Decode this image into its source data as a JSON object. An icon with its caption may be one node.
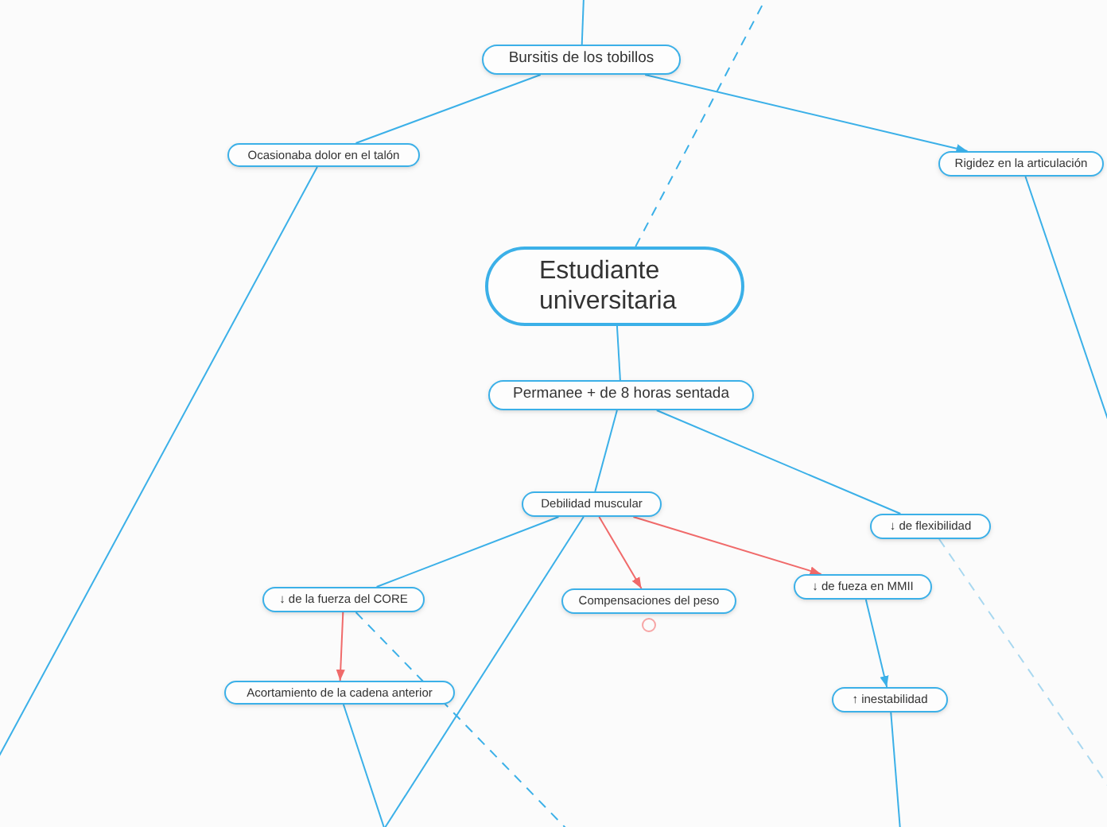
{
  "diagram": {
    "nodes": [
      {
        "text": [
          "Estudiante universitaria"
        ]
      },
      {
        "text": [
          "Bursitis de los tobillos"
        ]
      },
      {
        "text": [
          "Ocasionaba dolor en el talón"
        ]
      },
      {
        "text": [
          "Rigidez en la articulación"
        ]
      },
      {
        "text": [
          "Permanee + de 8 horas sentada"
        ]
      },
      {
        "text": [
          "Debilidad muscular"
        ]
      },
      {
        "text": [
          "↓ de flexibilidad"
        ]
      },
      {
        "text": [
          "↓ de la fuerza del CORE"
        ]
      },
      {
        "text": [
          "Compensaciones del peso"
        ]
      },
      {
        "text": [
          "↓ de fueza en MMII"
        ]
      },
      {
        "text": [
          "Acortamiento de la cadena anterior"
        ]
      },
      {
        "text": [
          "↑ inestabilidad"
        ]
      }
    ],
    "edges": [
      {
        "from": null,
        "to": 1,
        "arrow": "none"
      },
      {
        "from": 1,
        "to": 2,
        "arrow": "none"
      },
      {
        "from": 1,
        "to": 3,
        "arrow": "to"
      },
      {
        "from": 3,
        "to": null,
        "arrow": "none"
      },
      {
        "from": 2,
        "to": null,
        "arrow": "none"
      },
      {
        "from": 0,
        "to": null,
        "arrow": "none",
        "style": "dashed"
      },
      {
        "from": 0,
        "to": 4,
        "arrow": "none"
      },
      {
        "from": 4,
        "to": 5,
        "arrow": "none"
      },
      {
        "from": 4,
        "to": 6,
        "arrow": "none"
      },
      {
        "from": 5,
        "to": 7,
        "arrow": "none"
      },
      {
        "from": 5,
        "to": 8,
        "arrow": "to",
        "color": "#f06a6a"
      },
      {
        "from": 5,
        "to": 9,
        "arrow": "to",
        "color": "#f06a6a"
      },
      {
        "from": 5,
        "to": null,
        "arrow": "none"
      },
      {
        "from": 7,
        "to": 10,
        "arrow": "to",
        "color": "#f06a6a"
      },
      {
        "from": 7,
        "to": null,
        "arrow": "none",
        "style": "dashed"
      },
      {
        "from": 10,
        "to": null,
        "arrow": "none"
      },
      {
        "from": 9,
        "to": 11,
        "arrow": "to"
      },
      {
        "from": 11,
        "to": null,
        "arrow": "none"
      },
      {
        "from": 6,
        "to": null,
        "arrow": "none",
        "style": "dashed",
        "color": "#a8d8f0"
      }
    ]
  }
}
